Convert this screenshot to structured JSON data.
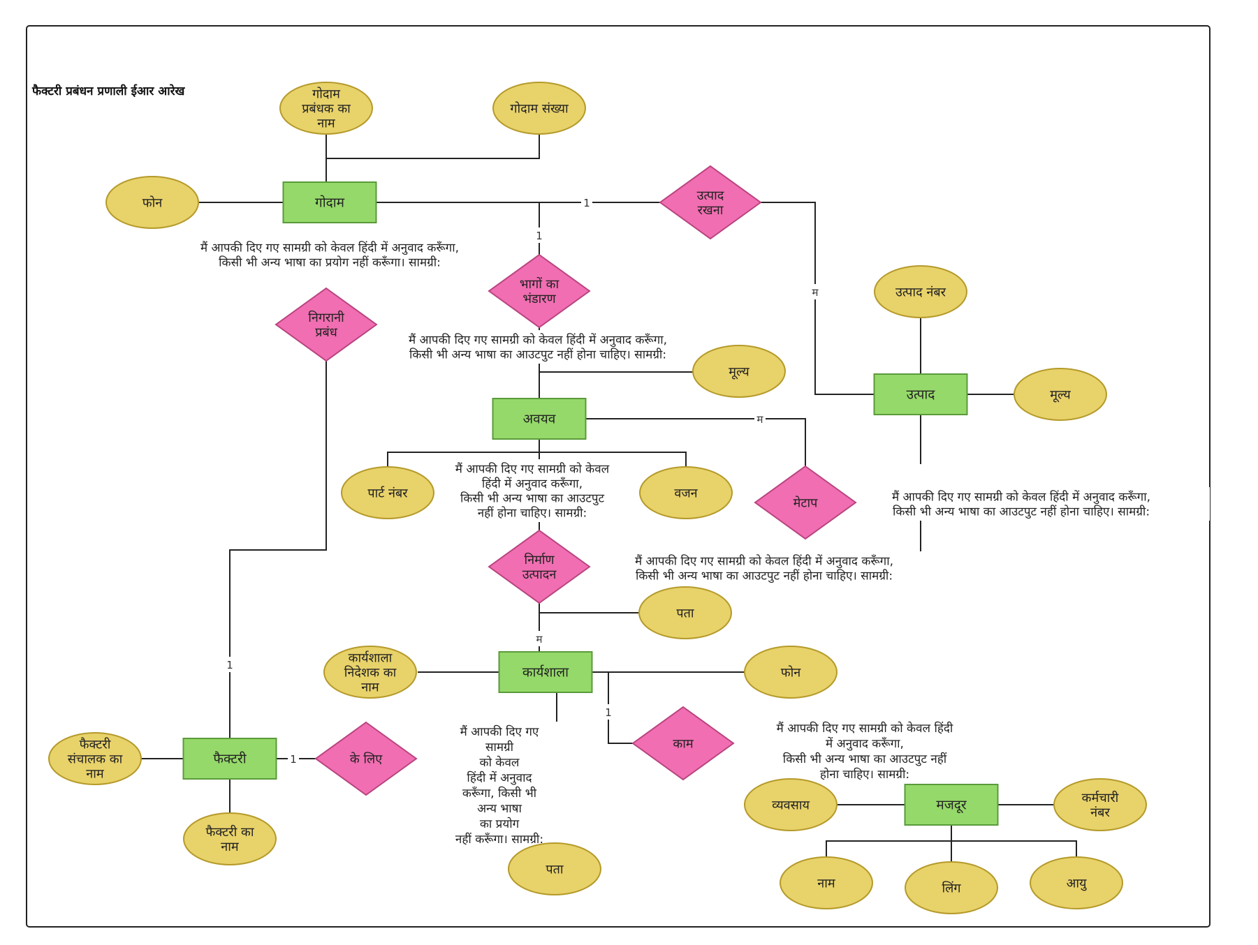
{
  "title": "फैक्टरी प्रबंधन प्रणाली ईआर आरेख",
  "colors": {
    "entity_fill": "#95d96a",
    "entity_stroke": "#5a9a3a",
    "attribute_fill": "#e8d26a",
    "attribute_stroke": "#b59a2a",
    "relationship_fill": "#f06eb1",
    "relationship_stroke": "#b8447f",
    "line": "#222222",
    "frame": "#222222"
  },
  "entities": [
    {
      "id": "godam",
      "label": "गोदाम"
    },
    {
      "id": "utpad",
      "label": "उत्पाद"
    },
    {
      "id": "avayav",
      "label": "अवयव"
    },
    {
      "id": "karyashala",
      "label": "कार्यशाला"
    },
    {
      "id": "factory",
      "label": "फैक्टरी"
    },
    {
      "id": "mazdoor",
      "label": "मजदूर"
    }
  ],
  "attributes": [
    {
      "id": "a_godam_manager",
      "label": "गोदाम प्रबंधक का नाम"
    },
    {
      "id": "a_godam_num",
      "label": "गोदाम संख्या"
    },
    {
      "id": "a_phone1",
      "label": "फोन"
    },
    {
      "id": "a_utpad_num",
      "label": "उत्पाद नंबर"
    },
    {
      "id": "a_utpad_price",
      "label": "मूल्य"
    },
    {
      "id": "a_avayav_price",
      "label": "मूल्य"
    },
    {
      "id": "a_part_num",
      "label": "पार्ट नंबर"
    },
    {
      "id": "a_weight",
      "label": "वजन"
    },
    {
      "id": "a_addr1",
      "label": "पता"
    },
    {
      "id": "a_ws_director",
      "label": "कार्यशाला निदेशक का नाम"
    },
    {
      "id": "a_phone2",
      "label": "फोन"
    },
    {
      "id": "a_addr2",
      "label": "पता"
    },
    {
      "id": "a_factory_op",
      "label": "फैक्टरी संचालक का नाम"
    },
    {
      "id": "a_factory_name",
      "label": "फैक्टरी का नाम"
    },
    {
      "id": "a_occupation",
      "label": "व्यवसाय"
    },
    {
      "id": "a_emp_num",
      "label": "कर्मचारी नंबर"
    },
    {
      "id": "a_name",
      "label": "नाम"
    },
    {
      "id": "a_gender",
      "label": "लिंग"
    },
    {
      "id": "a_age",
      "label": "आयु"
    }
  ],
  "relationships": [
    {
      "id": "r_store",
      "label": "उत्पाद रखना"
    },
    {
      "id": "r_storage",
      "label": "भागों का भंडारण"
    },
    {
      "id": "r_monitor",
      "label": "निगरानी प्रबंध"
    },
    {
      "id": "r_fit",
      "label": "मेटाप"
    },
    {
      "id": "r_manufacture",
      "label": "निर्माण उत्पादन"
    },
    {
      "id": "r_for",
      "label": "के लिए"
    },
    {
      "id": "r_work",
      "label": "काम"
    }
  ],
  "cardinalities": {
    "godam_store": "1",
    "godam_storage": "1",
    "store_utpad": "म",
    "avayav_fit": "म",
    "manufacture_ws": "म",
    "monitor_factory": "1",
    "factory_for": "1",
    "ws_work": "1"
  },
  "annotations": {
    "ann1": [
      "मैं आपकी दिए गए सामग्री को केवल हिंदी में अनुवाद करूँगा,",
      "किसी भी अन्य भाषा का प्रयोग नहीं करूँगा। सामग्री:"
    ],
    "ann2": [
      "मैं आपकी दिए गए सामग्री को केवल हिंदी में अनुवाद करूँगा,",
      "किसी भी अन्य भाषा का आउटपुट नहीं होना चाहिए। सामग्री:"
    ],
    "ann3": [
      "मैं आपकी दिए गए सामग्री को केवल",
      "हिंदी में अनुवाद करूँगा,",
      "किसी भी अन्य भाषा का आउटपुट",
      "नहीं होना चाहिए। सामग्री:"
    ],
    "ann4": [
      "मैं आपकी दिए गए सामग्री को केवल हिंदी में अनुवाद करूँगा,",
      "किसी भी अन्य भाषा का आउटपुट नहीं होना चाहिए। सामग्री:"
    ],
    "ann5": [
      "मैं आपकी दिए गए सामग्री को केवल हिंदी में अनुवाद करूँगा,",
      "किसी भी अन्य भाषा का आउटपुट नहीं होना चाहिए। सामग्री:"
    ],
    "ann6": [
      "मैं आपकी दिए गए",
      "सामग्री",
      "को केवल",
      "हिंदी में अनुवाद",
      "करूँगा, किसी भी",
      "अन्य भाषा",
      "का प्रयोग",
      "नहीं करूँगा। सामग्री:"
    ],
    "ann7": [
      "मैं आपकी दिए गए सामग्री को केवल हिंदी",
      "में अनुवाद करूँगा,",
      "किसी भी अन्य भाषा का आउटपुट नहीं",
      "होना चाहिए। सामग्री:"
    ]
  }
}
